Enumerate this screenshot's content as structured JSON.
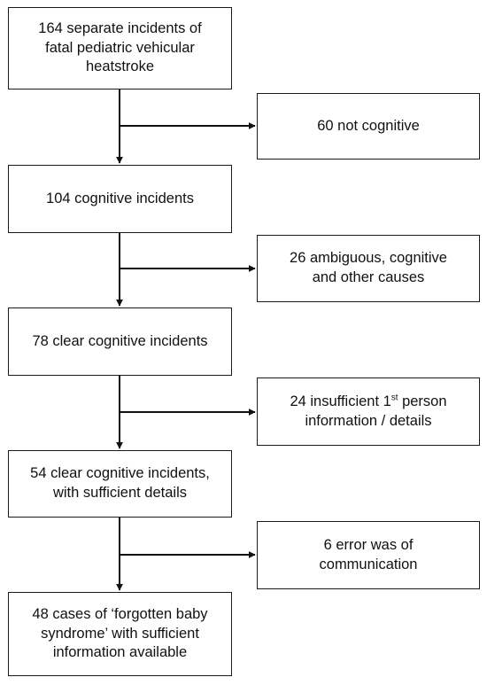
{
  "flow": {
    "steps": [
      {
        "lines": [
          "164 separate incidents of",
          "fatal pediatric vehicular",
          "heatstroke"
        ]
      },
      {
        "lines": [
          "104 cognitive incidents"
        ]
      },
      {
        "lines": [
          "78 clear cognitive incidents"
        ]
      },
      {
        "lines": [
          "54 clear cognitive incidents,",
          "with sufficient details"
        ]
      },
      {
        "lines": [
          "48 cases of ‘forgotten baby",
          "syndrome’ with sufficient",
          "information available"
        ]
      }
    ],
    "exclusions": [
      {
        "lines": [
          "60 not cognitive"
        ]
      },
      {
        "lines": [
          "26 ambiguous, cognitive",
          "and other causes"
        ]
      },
      {
        "line1_pre": "24 insufficient 1",
        "line1_sup": "st",
        "line1_post": " person",
        "line2": "information / details"
      },
      {
        "lines": [
          "6 error was of",
          "communication"
        ]
      }
    ]
  }
}
